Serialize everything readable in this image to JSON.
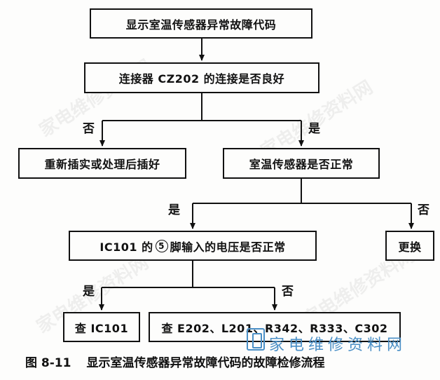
{
  "nodes": {
    "n1": "显示室温传感器异常故障代码",
    "n2": "连接器 CZ202 的连接是否良好",
    "n3": "重新插实或处理后插好",
    "n4": "室温传感器是否正常",
    "n5_pre": "IC101 的",
    "n5_pin": "5",
    "n5_post": "脚输入的电压是否正常",
    "n6": "更换",
    "n7": "查 IC101",
    "n8": "查 E202、L201、R342、R333、C302"
  },
  "branches": {
    "b1_no": "否",
    "b1_yes": "是",
    "b2_yes": "是",
    "b2_no": "否",
    "b3_yes": "是",
    "b3_no": "否"
  },
  "caption": {
    "number": "图 8-11",
    "title": "显示室温传感器异常故障代码的故障检修流程"
  },
  "watermark": {
    "brand": "家电维修资料网"
  }
}
